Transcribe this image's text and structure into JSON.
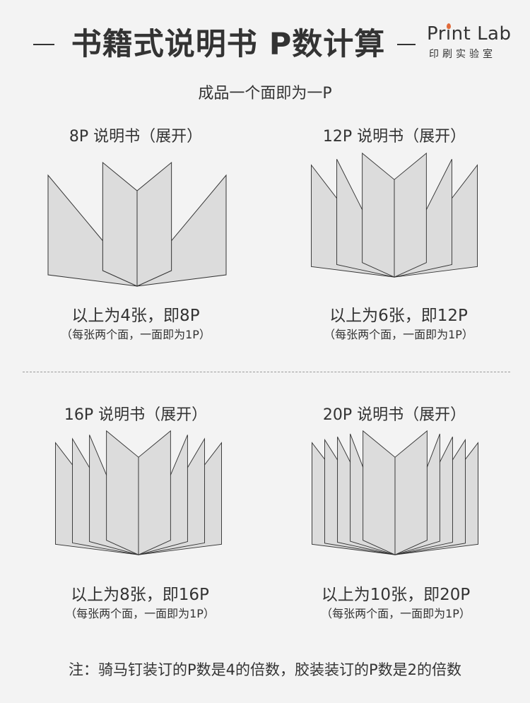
{
  "header": {
    "title": "书籍式说明书 P数计算",
    "logo_name": "Print Lab",
    "logo_sub": "印刷实验室"
  },
  "subtitle": "成品一个面即为一P",
  "panels": [
    {
      "title": "8P 说明书（展开）",
      "sheets": 4,
      "caption": "以上为4张，即8P",
      "note": "（每张两个面，一面即为1P）"
    },
    {
      "title": "12P 说明书（展开）",
      "sheets": 6,
      "caption": "以上为6张，即12P",
      "note": "（每张两个面，一面即为1P）"
    },
    {
      "title": "16P 说明书（展开）",
      "sheets": 8,
      "caption": "以上为8张，即16P",
      "note": "（每张两个面，一面即为1P）"
    },
    {
      "title": "20P 说明书（展开）",
      "sheets": 10,
      "caption": "以上为10张，即20P",
      "note": "（每张两个面，一面即为1P）"
    }
  ],
  "footer": "注：骑马钉装订的P数是4的倍数，胶装装订的P数是2的倍数",
  "colors": {
    "page_fill": "#dcdcdc",
    "stroke": "#333333",
    "accent": "#e06a3a",
    "background": "#f3f3f3"
  }
}
